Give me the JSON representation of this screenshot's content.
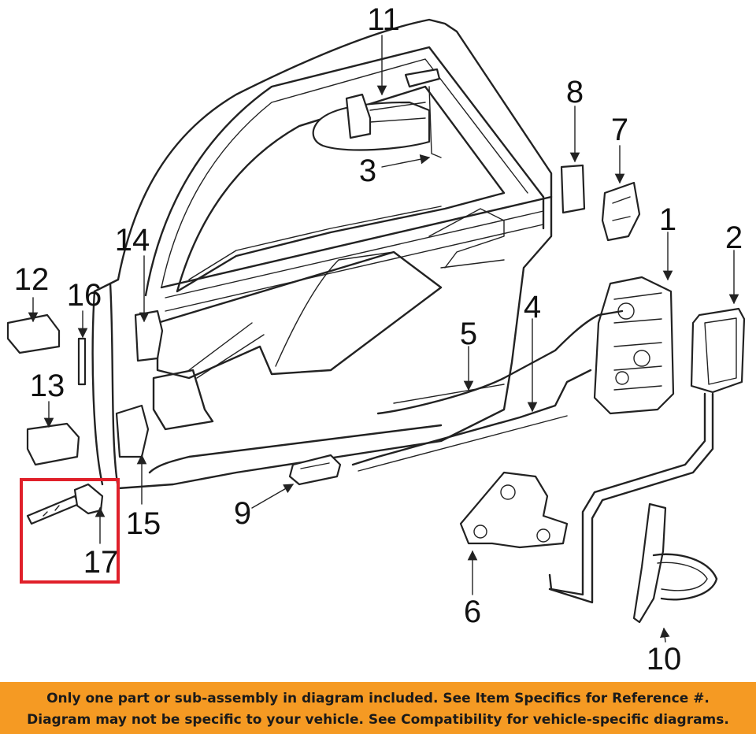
{
  "callouts": {
    "c1": "1",
    "c2": "2",
    "c3": "3",
    "c4": "4",
    "c5": "5",
    "c6": "6",
    "c7": "7",
    "c8": "8",
    "c9": "9",
    "c10": "10",
    "c11": "11",
    "c12": "12",
    "c13": "13",
    "c14": "14",
    "c15": "15",
    "c16": "16",
    "c17": "17"
  },
  "highlight_color": "#e0202a",
  "banner": {
    "background": "#f59a23",
    "line1": "Only one part or sub-assembly in diagram included. See Item Specifics for Reference #.",
    "line2": "Diagram may not be specific to your vehicle. See Compatibility for vehicle-specific diagrams."
  }
}
